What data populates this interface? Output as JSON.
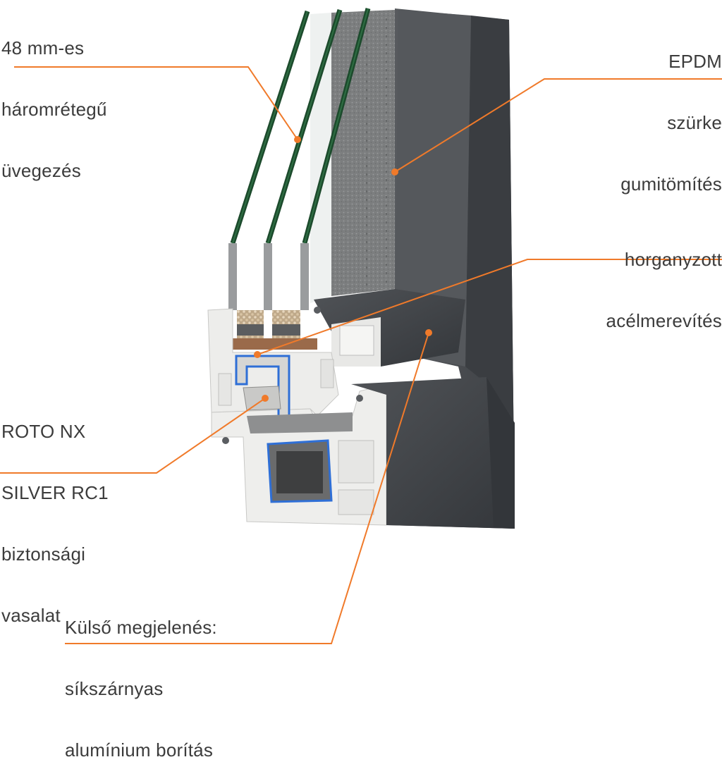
{
  "accent_color": "#f07a2a",
  "labels": {
    "glazing": {
      "line1": "48 mm-es",
      "line2": "háromrétegű",
      "line3": "üvegezés"
    },
    "epdm": {
      "line1": "EPDM",
      "line2": "szürke",
      "line3": "gumitömítés"
    },
    "steel": {
      "line1": "horganyzott",
      "line2": "acélmerevítés"
    },
    "hardware": {
      "line1": "ROTO NX",
      "line2": "SILVER RC1",
      "line3": "biztonsági",
      "line4": "vasalat"
    },
    "exterior": {
      "line1": "Külső megjelenés:",
      "line2": "síkszárnyas",
      "line3": "alumínium borítás"
    }
  }
}
